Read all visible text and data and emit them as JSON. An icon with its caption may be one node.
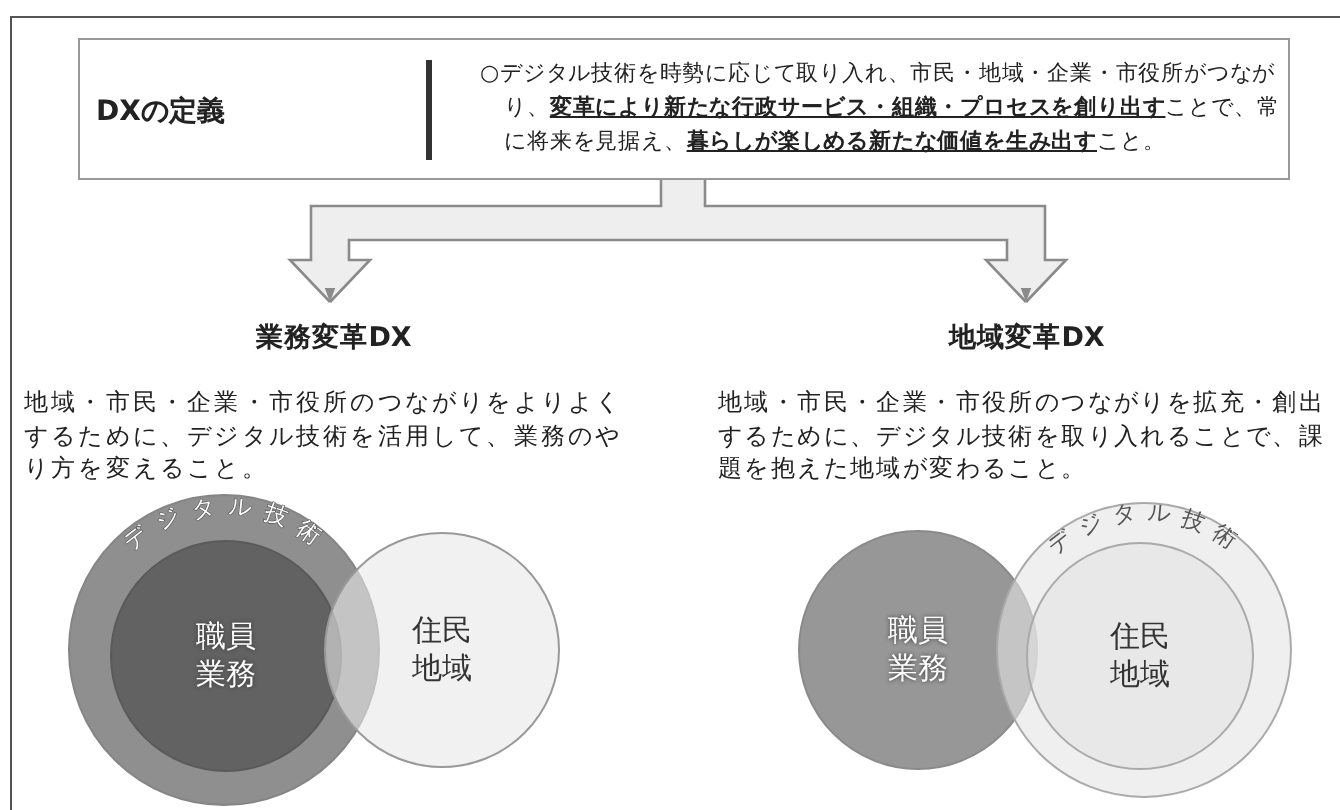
{
  "diagram": {
    "nodes": [
      {
        "text": [
          "DXの定義",
          "○デジタル技術を時勢に応じて取り入れ、市民・地域・企業・市役所がつながり、**変革により新たな行政サービス・組織・プロセスを創り出す**ことで、常に将来を見据え、**暮らしが楽しめる新たな価値を生み出す**こと。"
        ]
      },
      {
        "text": [
          "業務変革DX",
          "地域・市民・企業・市役所のつながりをよりよくするために、デジタル技術を活用して、業務のやり方を変えること。"
        ]
      },
      {
        "text": [
          "地域変革DX",
          "地域・市民・企業・市役所のつながりを拡充・創出するために、デジタル技術を取り入れることで、課題を抱えた地域が変わること。"
        ]
      },
      {
        "text": [
          "デジタル技術"
        ]
      },
      {
        "text": [
          "職員業務"
        ],
        "in": 3
      },
      {
        "text": [
          "住民地域"
        ]
      },
      {
        "text": [
          "職員業務"
        ]
      },
      {
        "text": [
          "デジタル技術"
        ]
      },
      {
        "text": [
          "住民地域"
        ],
        "in": 7
      }
    ],
    "edges": [
      {
        "from": 0,
        "to": 1,
        "arrow": "to"
      },
      {
        "from": 0,
        "to": 2,
        "arrow": "to"
      }
    ]
  }
}
